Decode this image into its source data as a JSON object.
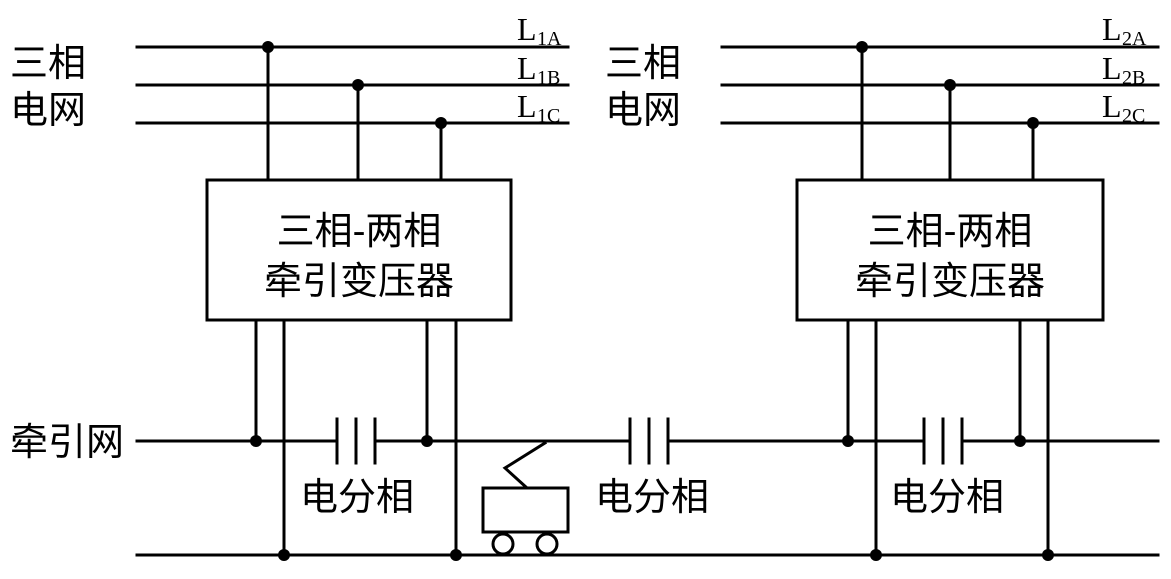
{
  "colors": {
    "line": "#000000",
    "background": "#ffffff"
  },
  "left_grid": {
    "label_line1": "三相",
    "label_line2": "电网"
  },
  "right_grid": {
    "label_line1": "三相",
    "label_line2": "电网"
  },
  "phase_labels": {
    "left": [
      {
        "main": "L",
        "sub": "1A"
      },
      {
        "main": "L",
        "sub": "1B"
      },
      {
        "main": "L",
        "sub": "1C"
      }
    ],
    "right": [
      {
        "main": "L",
        "sub": "2A"
      },
      {
        "main": "L",
        "sub": "2B"
      },
      {
        "main": "L",
        "sub": "2C"
      }
    ]
  },
  "transformers": [
    {
      "line1": "三相-两相",
      "line2": "牵引变压器"
    },
    {
      "line1": "三相-两相",
      "line2": "牵引变压器"
    }
  ],
  "traction_network_label": "牵引网",
  "neutral_sections": [
    {
      "label": "电分相"
    },
    {
      "label": "电分相"
    },
    {
      "label": "电分相"
    }
  ]
}
